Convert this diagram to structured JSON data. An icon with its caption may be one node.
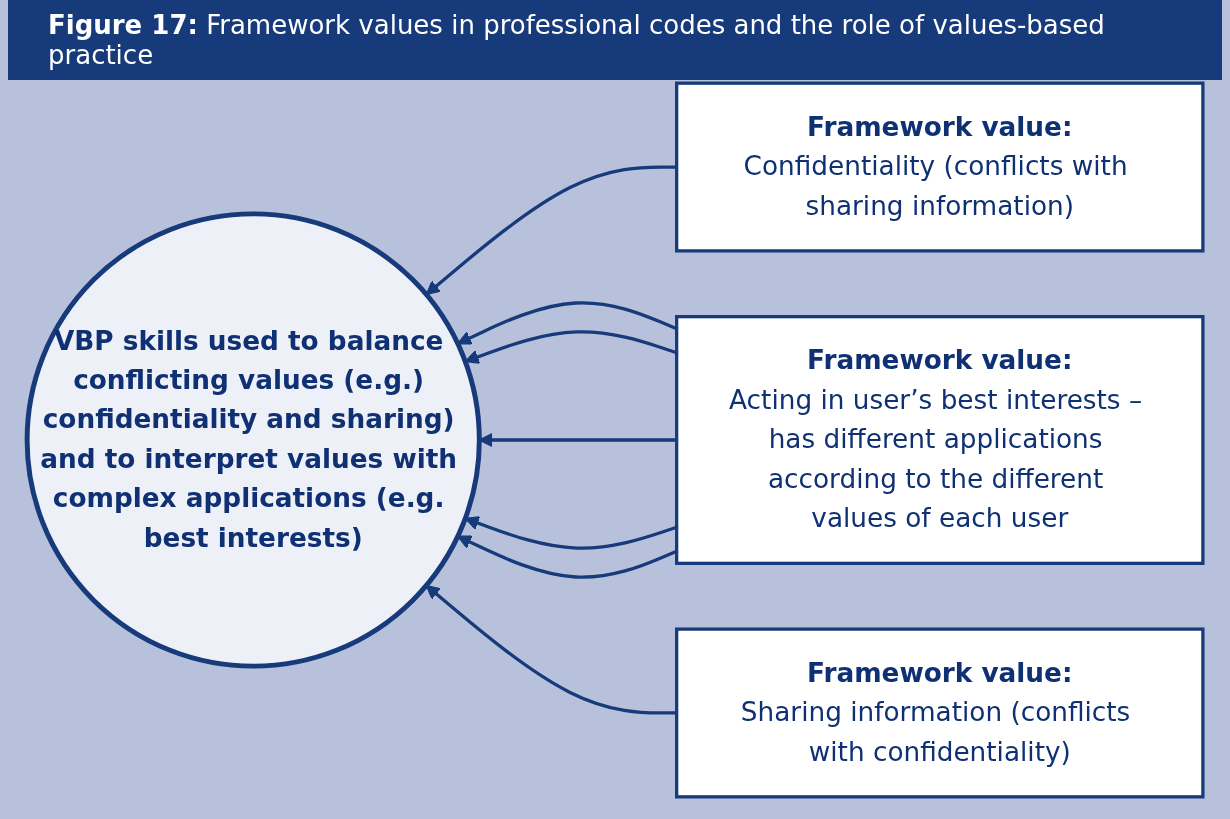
{
  "diagram": {
    "title": "**Figure 17:** Framework values in professional codes and the role of values-based practice",
    "nodes": [
      {
        "text": [
          "Framework value:",
          "Confidentiality (conflicts with sharing information)"
        ]
      },
      {
        "text": [
          "VBP skills used to balance conflicting values (e.g.) confidentiality and sharing) and to interpret values with complex applications (e.g. best interests)"
        ]
      },
      {
        "text": [
          "Framework value:",
          "Acting in user’s best interests – has different applications according to the different values of each user"
        ]
      },
      {
        "text": [
          "Framework value:",
          "Sharing information (conflicts with confidentiality)"
        ]
      }
    ],
    "edges": [
      {
        "from": 0,
        "to": 1,
        "arrow": "to"
      },
      {
        "from": 2,
        "to": 1,
        "arrow": "to"
      },
      {
        "from": 2,
        "to": 1,
        "arrow": "to"
      },
      {
        "from": 2,
        "to": 1,
        "arrow": "to"
      },
      {
        "from": 2,
        "to": 1,
        "arrow": "to"
      },
      {
        "from": 2,
        "to": 1,
        "arrow": "to"
      },
      {
        "from": 3,
        "to": 1,
        "arrow": "to"
      }
    ]
  }
}
